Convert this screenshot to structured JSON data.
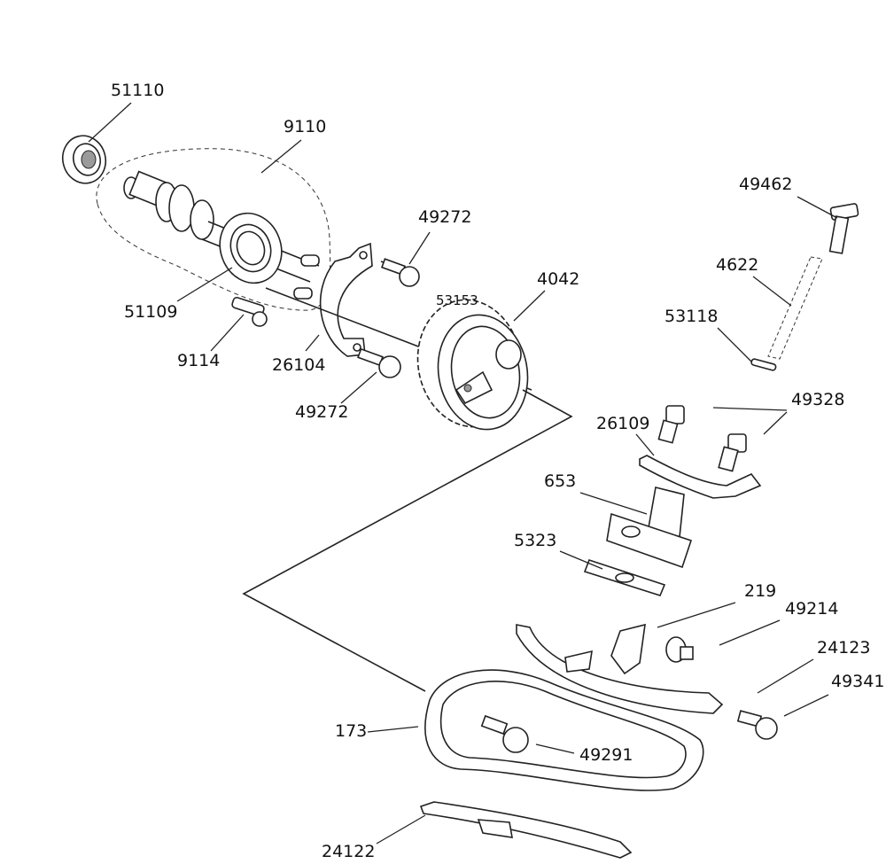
{
  "diagram": {
    "part_numbers": {
      "p51110": "51110",
      "p9110": "9110",
      "p49272_top": "49272",
      "p4042": "4042",
      "p53153": "53153",
      "p49462": "49462",
      "p4622": "4622",
      "p53118": "53118",
      "p51109": "51109",
      "p9114": "9114",
      "p26104": "26104",
      "p49272_bottom": "49272",
      "p49328": "49328",
      "p26109": "26109",
      "p653": "653",
      "p5323": "5323",
      "p219": "219",
      "p49214": "49214",
      "p24123": "24123",
      "p49341": "49341",
      "p173": "173",
      "p49291": "49291",
      "p24122": "24122"
    }
  }
}
